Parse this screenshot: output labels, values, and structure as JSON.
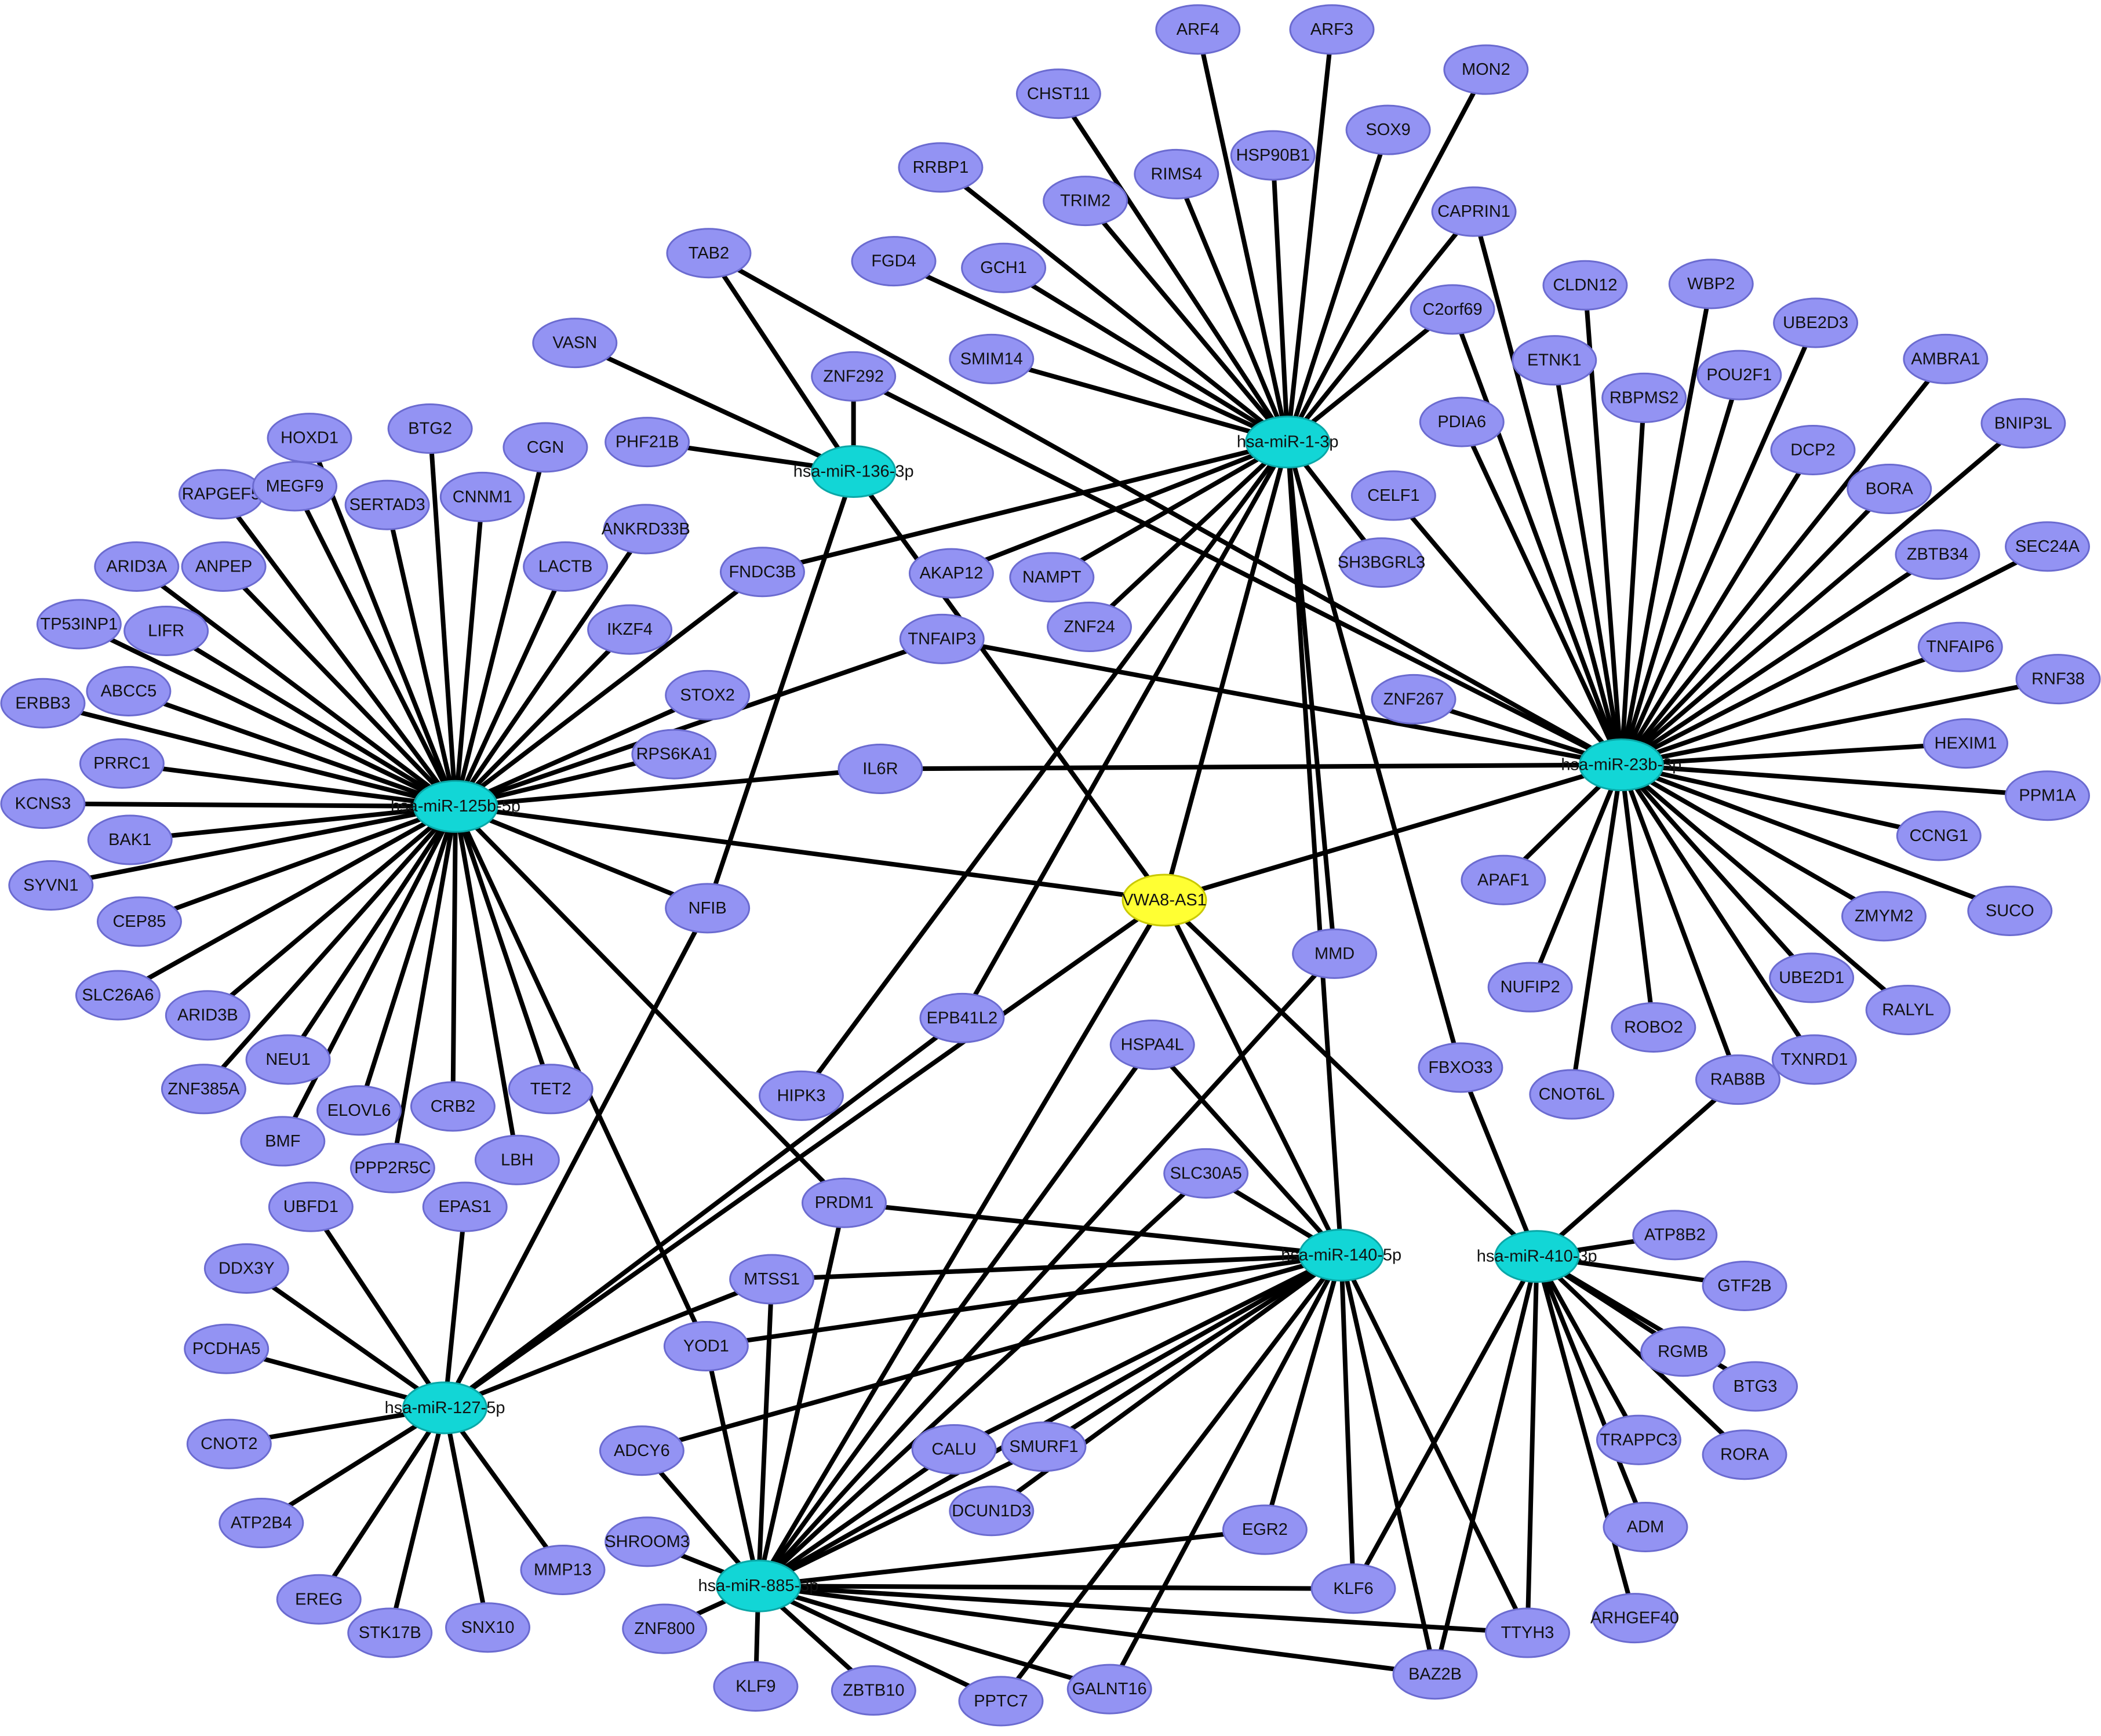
{
  "colors": {
    "gene": "#9393f3",
    "gene_stroke": "#6b6bd0",
    "mirna": "#12d6d6",
    "mirna_stroke": "#0aa7a7",
    "lncrna": "#ffff33",
    "lncrna_stroke": "#c9c900",
    "edge": "#000000"
  },
  "legend_roles": {
    "gene": "gene-node",
    "mirna": "mirna-node",
    "lncrna": "lncrna-node"
  },
  "nodes": [
    {
      "id": "VWA8-AS1",
      "type": "lncrna"
    },
    {
      "id": "hsa-miR-125b-5p",
      "label": "hsa-miR-125b-5p",
      "type": "mirna"
    },
    {
      "id": "hsa-miR-136-3p",
      "label": "hsa-miR-136-3p",
      "type": "mirna"
    },
    {
      "id": "hsa-miR-1-3p",
      "label": "hsa-miR-1-3p",
      "type": "mirna"
    },
    {
      "id": "hsa-miR-23b-3p",
      "label": "hsa-miR-23b-3p",
      "type": "mirna"
    },
    {
      "id": "hsa-miR-127-5p",
      "label": "hsa-miR-127-5p",
      "type": "mirna"
    },
    {
      "id": "hsa-miR-885-3p",
      "label": "hsa-miR-885-3p",
      "type": "mirna"
    },
    {
      "id": "hsa-miR-140-5p",
      "label": "hsa-miR-140-5p",
      "type": "mirna"
    },
    {
      "id": "hsa-miR-410-3p",
      "label": "hsa-miR-410-3p",
      "type": "mirna"
    },
    {
      "id": "ARF4"
    },
    {
      "id": "ARF3"
    },
    {
      "id": "MON2"
    },
    {
      "id": "CHST11"
    },
    {
      "id": "SOX9"
    },
    {
      "id": "HSP90B1"
    },
    {
      "id": "RRBP1"
    },
    {
      "id": "RIMS4"
    },
    {
      "id": "TRIM2"
    },
    {
      "id": "CAPRIN1"
    },
    {
      "id": "TAB2"
    },
    {
      "id": "FGD4"
    },
    {
      "id": "GCH1"
    },
    {
      "id": "C2orf69"
    },
    {
      "id": "CLDN12"
    },
    {
      "id": "WBP2"
    },
    {
      "id": "UBE2D3"
    },
    {
      "id": "VASN"
    },
    {
      "id": "SMIM14"
    },
    {
      "id": "ZNF292"
    },
    {
      "id": "ETNK1"
    },
    {
      "id": "RBPMS2"
    },
    {
      "id": "POU2F1"
    },
    {
      "id": "AMBRA1"
    },
    {
      "id": "HOXD1"
    },
    {
      "id": "BTG2"
    },
    {
      "id": "CGN"
    },
    {
      "id": "PHF21B"
    },
    {
      "id": "PDIA6"
    },
    {
      "id": "BNIP3L"
    },
    {
      "id": "DCP2"
    },
    {
      "id": "RAPGEF5"
    },
    {
      "id": "MEGF9"
    },
    {
      "id": "SERTAD3"
    },
    {
      "id": "CNNM1"
    },
    {
      "id": "CELF1"
    },
    {
      "id": "BORA"
    },
    {
      "id": "ANKRD33B"
    },
    {
      "id": "ARID3A"
    },
    {
      "id": "ANPEP"
    },
    {
      "id": "LACTB"
    },
    {
      "id": "FNDC3B"
    },
    {
      "id": "AKAP12"
    },
    {
      "id": "NAMPT"
    },
    {
      "id": "SH3BGRL3"
    },
    {
      "id": "ZBTB34"
    },
    {
      "id": "SEC24A"
    },
    {
      "id": "TP53INP1"
    },
    {
      "id": "LIFR"
    },
    {
      "id": "IKZF4"
    },
    {
      "id": "ZNF24"
    },
    {
      "id": "TNFAIP3"
    },
    {
      "id": "TNFAIP6"
    },
    {
      "id": "RNF38"
    },
    {
      "id": "ERBB3"
    },
    {
      "id": "ABCC5"
    },
    {
      "id": "STOX2"
    },
    {
      "id": "ZNF267"
    },
    {
      "id": "RPS6KA1"
    },
    {
      "id": "PRRC1"
    },
    {
      "id": "HEXIM1"
    },
    {
      "id": "IL6R"
    },
    {
      "id": "KCNS3"
    },
    {
      "id": "PPM1A"
    },
    {
      "id": "BAK1"
    },
    {
      "id": "CCNG1"
    },
    {
      "id": "SYVN1"
    },
    {
      "id": "NFIB"
    },
    {
      "id": "APAF1"
    },
    {
      "id": "CEP85"
    },
    {
      "id": "ZMYM2"
    },
    {
      "id": "SUCO"
    },
    {
      "id": "MMD"
    },
    {
      "id": "SLC26A6"
    },
    {
      "id": "NUFIP2"
    },
    {
      "id": "UBE2D1"
    },
    {
      "id": "ARID3B"
    },
    {
      "id": "RALYL"
    },
    {
      "id": "EPB41L2"
    },
    {
      "id": "NEU1"
    },
    {
      "id": "ROBO2"
    },
    {
      "id": "ZNF385A"
    },
    {
      "id": "HSPA4L"
    },
    {
      "id": "TXNRD1"
    },
    {
      "id": "FBXO33"
    },
    {
      "id": "ELOVL6"
    },
    {
      "id": "TET2"
    },
    {
      "id": "CRB2"
    },
    {
      "id": "HIPK3"
    },
    {
      "id": "CNOT6L"
    },
    {
      "id": "RAB8B"
    },
    {
      "id": "BMF"
    },
    {
      "id": "PPP2R5C"
    },
    {
      "id": "LBH"
    },
    {
      "id": "SLC30A5"
    },
    {
      "id": "UBFD1"
    },
    {
      "id": "EPAS1"
    },
    {
      "id": "PRDM1"
    },
    {
      "id": "ATP8B2"
    },
    {
      "id": "DDX3Y"
    },
    {
      "id": "MTSS1"
    },
    {
      "id": "GTF2B"
    },
    {
      "id": "PCDHA5"
    },
    {
      "id": "YOD1"
    },
    {
      "id": "RGMB"
    },
    {
      "id": "BTG3"
    },
    {
      "id": "CNOT2"
    },
    {
      "id": "ADCY6"
    },
    {
      "id": "CALU"
    },
    {
      "id": "SMURF1"
    },
    {
      "id": "TRAPPC3"
    },
    {
      "id": "RORA"
    },
    {
      "id": "ATP2B4"
    },
    {
      "id": "DCUN1D3"
    },
    {
      "id": "ADM"
    },
    {
      "id": "SHROOM3"
    },
    {
      "id": "EGR2"
    },
    {
      "id": "EREG"
    },
    {
      "id": "MMP13"
    },
    {
      "id": "KLF6"
    },
    {
      "id": "ARHGEF40"
    },
    {
      "id": "STK17B"
    },
    {
      "id": "SNX10"
    },
    {
      "id": "ZNF800"
    },
    {
      "id": "TTYH3"
    },
    {
      "id": "BAZ2B"
    },
    {
      "id": "KLF9"
    },
    {
      "id": "ZBTB10"
    },
    {
      "id": "PPTC7"
    },
    {
      "id": "GALNT16"
    }
  ],
  "edges": [
    [
      "hsa-miR-125b-5p",
      "VWA8-AS1"
    ],
    [
      "hsa-miR-136-3p",
      "VWA8-AS1"
    ],
    [
      "hsa-miR-1-3p",
      "VWA8-AS1"
    ],
    [
      "hsa-miR-23b-3p",
      "VWA8-AS1"
    ],
    [
      "hsa-miR-127-5p",
      "VWA8-AS1"
    ],
    [
      "hsa-miR-885-3p",
      "VWA8-AS1"
    ],
    [
      "hsa-miR-140-5p",
      "VWA8-AS1"
    ],
    [
      "hsa-miR-410-3p",
      "VWA8-AS1"
    ],
    [
      "hsa-miR-1-3p",
      "ARF4"
    ],
    [
      "hsa-miR-1-3p",
      "ARF3"
    ],
    [
      "hsa-miR-1-3p",
      "MON2"
    ],
    [
      "hsa-miR-1-3p",
      "CHST11"
    ],
    [
      "hsa-miR-1-3p",
      "SOX9"
    ],
    [
      "hsa-miR-1-3p",
      "HSP90B1"
    ],
    [
      "hsa-miR-1-3p",
      "RRBP1"
    ],
    [
      "hsa-miR-1-3p",
      "RIMS4"
    ],
    [
      "hsa-miR-1-3p",
      "TRIM2"
    ],
    [
      "hsa-miR-1-3p",
      "CAPRIN1"
    ],
    [
      "hsa-miR-1-3p",
      "FGD4"
    ],
    [
      "hsa-miR-1-3p",
      "GCH1"
    ],
    [
      "hsa-miR-1-3p",
      "C2orf69"
    ],
    [
      "hsa-miR-1-3p",
      "SMIM14"
    ],
    [
      "hsa-miR-1-3p",
      "AKAP12"
    ],
    [
      "hsa-miR-1-3p",
      "NAMPT"
    ],
    [
      "hsa-miR-1-3p",
      "ZNF24"
    ],
    [
      "hsa-miR-1-3p",
      "SH3BGRL3"
    ],
    [
      "hsa-miR-1-3p",
      "FNDC3B"
    ],
    [
      "hsa-miR-1-3p",
      "HIPK3"
    ],
    [
      "hsa-miR-1-3p",
      "EPB41L2"
    ],
    [
      "hsa-miR-1-3p",
      "MMD"
    ],
    [
      "hsa-miR-1-3p",
      "FBXO33"
    ],
    [
      "hsa-miR-1-3p",
      "hsa-miR-140-5p"
    ],
    [
      "hsa-miR-136-3p",
      "TAB2"
    ],
    [
      "hsa-miR-136-3p",
      "VASN"
    ],
    [
      "hsa-miR-136-3p",
      "ZNF292"
    ],
    [
      "hsa-miR-136-3p",
      "PHF21B"
    ],
    [
      "hsa-miR-136-3p",
      "NFIB"
    ],
    [
      "hsa-miR-23b-3p",
      "TAB2"
    ],
    [
      "hsa-miR-23b-3p",
      "ZNF292"
    ],
    [
      "hsa-miR-23b-3p",
      "CAPRIN1"
    ],
    [
      "hsa-miR-23b-3p",
      "C2orf69"
    ],
    [
      "hsa-miR-23b-3p",
      "CLDN12"
    ],
    [
      "hsa-miR-23b-3p",
      "WBP2"
    ],
    [
      "hsa-miR-23b-3p",
      "UBE2D3"
    ],
    [
      "hsa-miR-23b-3p",
      "ETNK1"
    ],
    [
      "hsa-miR-23b-3p",
      "RBPMS2"
    ],
    [
      "hsa-miR-23b-3p",
      "POU2F1"
    ],
    [
      "hsa-miR-23b-3p",
      "AMBRA1"
    ],
    [
      "hsa-miR-23b-3p",
      "PDIA6"
    ],
    [
      "hsa-miR-23b-3p",
      "BNIP3L"
    ],
    [
      "hsa-miR-23b-3p",
      "DCP2"
    ],
    [
      "hsa-miR-23b-3p",
      "CELF1"
    ],
    [
      "hsa-miR-23b-3p",
      "BORA"
    ],
    [
      "hsa-miR-23b-3p",
      "ZBTB34"
    ],
    [
      "hsa-miR-23b-3p",
      "SEC24A"
    ],
    [
      "hsa-miR-23b-3p",
      "TNFAIP6"
    ],
    [
      "hsa-miR-23b-3p",
      "RNF38"
    ],
    [
      "hsa-miR-23b-3p",
      "ZNF267"
    ],
    [
      "hsa-miR-23b-3p",
      "HEXIM1"
    ],
    [
      "hsa-miR-23b-3p",
      "PPM1A"
    ],
    [
      "hsa-miR-23b-3p",
      "CCNG1"
    ],
    [
      "hsa-miR-23b-3p",
      "APAF1"
    ],
    [
      "hsa-miR-23b-3p",
      "ZMYM2"
    ],
    [
      "hsa-miR-23b-3p",
      "SUCO"
    ],
    [
      "hsa-miR-23b-3p",
      "NUFIP2"
    ],
    [
      "hsa-miR-23b-3p",
      "UBE2D1"
    ],
    [
      "hsa-miR-23b-3p",
      "RALYL"
    ],
    [
      "hsa-miR-23b-3p",
      "ROBO2"
    ],
    [
      "hsa-miR-23b-3p",
      "TXNRD1"
    ],
    [
      "hsa-miR-23b-3p",
      "CNOT6L"
    ],
    [
      "hsa-miR-23b-3p",
      "RAB8B"
    ],
    [
      "hsa-miR-23b-3p",
      "TNFAIP3"
    ],
    [
      "hsa-miR-23b-3p",
      "IL6R"
    ],
    [
      "hsa-miR-125b-5p",
      "HOXD1"
    ],
    [
      "hsa-miR-125b-5p",
      "BTG2"
    ],
    [
      "hsa-miR-125b-5p",
      "CGN"
    ],
    [
      "hsa-miR-125b-5p",
      "RAPGEF5"
    ],
    [
      "hsa-miR-125b-5p",
      "MEGF9"
    ],
    [
      "hsa-miR-125b-5p",
      "SERTAD3"
    ],
    [
      "hsa-miR-125b-5p",
      "CNNM1"
    ],
    [
      "hsa-miR-125b-5p",
      "ANKRD33B"
    ],
    [
      "hsa-miR-125b-5p",
      "ARID3A"
    ],
    [
      "hsa-miR-125b-5p",
      "ANPEP"
    ],
    [
      "hsa-miR-125b-5p",
      "LACTB"
    ],
    [
      "hsa-miR-125b-5p",
      "FNDC3B"
    ],
    [
      "hsa-miR-125b-5p",
      "TP53INP1"
    ],
    [
      "hsa-miR-125b-5p",
      "LIFR"
    ],
    [
      "hsa-miR-125b-5p",
      "IKZF4"
    ],
    [
      "hsa-miR-125b-5p",
      "TNFAIP3"
    ],
    [
      "hsa-miR-125b-5p",
      "ERBB3"
    ],
    [
      "hsa-miR-125b-5p",
      "ABCC5"
    ],
    [
      "hsa-miR-125b-5p",
      "STOX2"
    ],
    [
      "hsa-miR-125b-5p",
      "RPS6KA1"
    ],
    [
      "hsa-miR-125b-5p",
      "PRRC1"
    ],
    [
      "hsa-miR-125b-5p",
      "IL6R"
    ],
    [
      "hsa-miR-125b-5p",
      "KCNS3"
    ],
    [
      "hsa-miR-125b-5p",
      "BAK1"
    ],
    [
      "hsa-miR-125b-5p",
      "SYVN1"
    ],
    [
      "hsa-miR-125b-5p",
      "NFIB"
    ],
    [
      "hsa-miR-125b-5p",
      "CEP85"
    ],
    [
      "hsa-miR-125b-5p",
      "SLC26A6"
    ],
    [
      "hsa-miR-125b-5p",
      "ARID3B"
    ],
    [
      "hsa-miR-125b-5p",
      "NEU1"
    ],
    [
      "hsa-miR-125b-5p",
      "ZNF385A"
    ],
    [
      "hsa-miR-125b-5p",
      "ELOVL6"
    ],
    [
      "hsa-miR-125b-5p",
      "TET2"
    ],
    [
      "hsa-miR-125b-5p",
      "CRB2"
    ],
    [
      "hsa-miR-125b-5p",
      "BMF"
    ],
    [
      "hsa-miR-125b-5p",
      "PPP2R5C"
    ],
    [
      "hsa-miR-125b-5p",
      "LBH"
    ],
    [
      "hsa-miR-125b-5p",
      "PRDM1"
    ],
    [
      "hsa-miR-125b-5p",
      "YOD1"
    ],
    [
      "hsa-miR-127-5p",
      "UBFD1"
    ],
    [
      "hsa-miR-127-5p",
      "EPAS1"
    ],
    [
      "hsa-miR-127-5p",
      "DDX3Y"
    ],
    [
      "hsa-miR-127-5p",
      "PCDHA5"
    ],
    [
      "hsa-miR-127-5p",
      "CNOT2"
    ],
    [
      "hsa-miR-127-5p",
      "ATP2B4"
    ],
    [
      "hsa-miR-127-5p",
      "EREG"
    ],
    [
      "hsa-miR-127-5p",
      "STK17B"
    ],
    [
      "hsa-miR-127-5p",
      "SNX10"
    ],
    [
      "hsa-miR-127-5p",
      "MMP13"
    ],
    [
      "hsa-miR-127-5p",
      "MTSS1"
    ],
    [
      "hsa-miR-127-5p",
      "NFIB"
    ],
    [
      "hsa-miR-127-5p",
      "EPB41L2"
    ],
    [
      "hsa-miR-140-5p",
      "PRDM1"
    ],
    [
      "hsa-miR-140-5p",
      "MTSS1"
    ],
    [
      "hsa-miR-140-5p",
      "YOD1"
    ],
    [
      "hsa-miR-140-5p",
      "HSPA4L"
    ],
    [
      "hsa-miR-140-5p",
      "SLC30A5"
    ],
    [
      "hsa-miR-140-5p",
      "ADCY6"
    ],
    [
      "hsa-miR-140-5p",
      "CALU"
    ],
    [
      "hsa-miR-140-5p",
      "SMURF1"
    ],
    [
      "hsa-miR-140-5p",
      "DCUN1D3"
    ],
    [
      "hsa-miR-140-5p",
      "EGR2"
    ],
    [
      "hsa-miR-140-5p",
      "KLF6"
    ],
    [
      "hsa-miR-140-5p",
      "TTYH3"
    ],
    [
      "hsa-miR-140-5p",
      "BAZ2B"
    ],
    [
      "hsa-miR-140-5p",
      "GALNT16"
    ],
    [
      "hsa-miR-140-5p",
      "PPTC7"
    ],
    [
      "hsa-miR-140-5p",
      "hsa-miR-885-3p"
    ],
    [
      "hsa-miR-885-3p",
      "SHROOM3"
    ],
    [
      "hsa-miR-885-3p",
      "ADCY6"
    ],
    [
      "hsa-miR-885-3p",
      "ZNF800"
    ],
    [
      "hsa-miR-885-3p",
      "KLF9"
    ],
    [
      "hsa-miR-885-3p",
      "ZBTB10"
    ],
    [
      "hsa-miR-885-3p",
      "PPTC7"
    ],
    [
      "hsa-miR-885-3p",
      "GALNT16"
    ],
    [
      "hsa-miR-885-3p",
      "BAZ2B"
    ],
    [
      "hsa-miR-885-3p",
      "TTYH3"
    ],
    [
      "hsa-miR-885-3p",
      "KLF6"
    ],
    [
      "hsa-miR-885-3p",
      "EGR2"
    ],
    [
      "hsa-miR-885-3p",
      "MTSS1"
    ],
    [
      "hsa-miR-885-3p",
      "YOD1"
    ],
    [
      "hsa-miR-885-3p",
      "PRDM1"
    ],
    [
      "hsa-miR-885-3p",
      "MMD"
    ],
    [
      "hsa-miR-885-3p",
      "SLC30A5"
    ],
    [
      "hsa-miR-885-3p",
      "HSPA4L"
    ],
    [
      "hsa-miR-885-3p",
      "CALU"
    ],
    [
      "hsa-miR-885-3p",
      "SMURF1"
    ],
    [
      "hsa-miR-410-3p",
      "ATP8B2"
    ],
    [
      "hsa-miR-410-3p",
      "GTF2B"
    ],
    [
      "hsa-miR-410-3p",
      "RGMB"
    ],
    [
      "hsa-miR-410-3p",
      "BTG3"
    ],
    [
      "hsa-miR-410-3p",
      "TRAPPC3"
    ],
    [
      "hsa-miR-410-3p",
      "RORA"
    ],
    [
      "hsa-miR-410-3p",
      "ADM"
    ],
    [
      "hsa-miR-410-3p",
      "ARHGEF40"
    ],
    [
      "hsa-miR-410-3p",
      "TTYH3"
    ],
    [
      "hsa-miR-410-3p",
      "BAZ2B"
    ],
    [
      "hsa-miR-410-3p",
      "KLF6"
    ],
    [
      "hsa-miR-410-3p",
      "FBXO33"
    ],
    [
      "hsa-miR-410-3p",
      "RAB8B"
    ]
  ]
}
